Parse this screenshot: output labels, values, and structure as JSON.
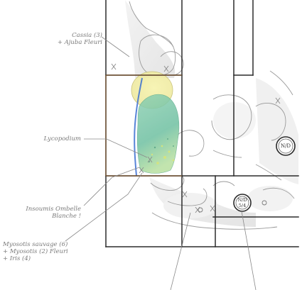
{
  "labels": {
    "cassis_line1": "Cassia (3)",
    "cassis_line2": "+ Ajuba Fleuri",
    "lycopodium": "Lycopodium",
    "insoumis_line1": "Insoumis Ombelle",
    "insoumis_line2": "Blanche !",
    "myosotis_line1": "Myosotis sauvage (6)",
    "myosotis_line2": "+ Myosotis (2) Fleuri",
    "myosotis_line3": "+ Iris (4)",
    "badge_right": "N/D",
    "badge_bottom_line1": "N/D",
    "badge_bottom_line2": "5/4"
  },
  "colors": {
    "ink": "#2b2b2b",
    "pencil": "#8a8a8a",
    "yellow_wash": "#f3f0a8",
    "green_wash": "#7fc7a6",
    "teal_wash": "#5fb8a8",
    "blue_line": "#3b6fd1",
    "brown_line": "#7a5a3a",
    "paper": "#ffffff"
  }
}
